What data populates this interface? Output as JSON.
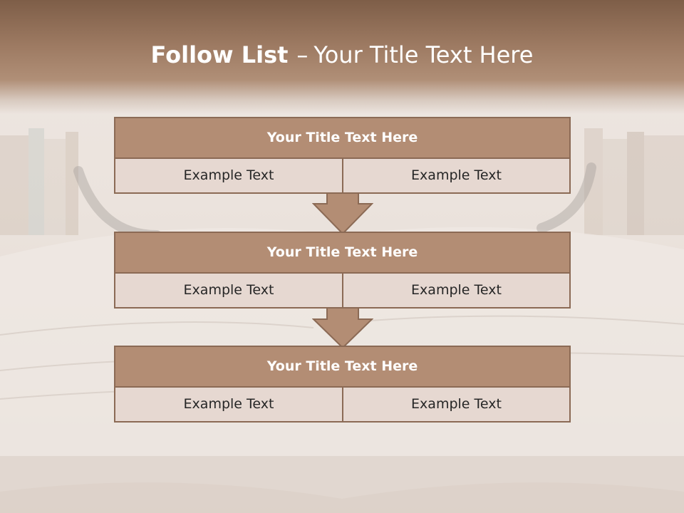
{
  "title": {
    "bold": "Follow List",
    "separator": "–",
    "rest": "Your Title Text Here"
  },
  "steps": [
    {
      "title": "Your Title Text Here",
      "left": "Example Text",
      "right": "Example Text"
    },
    {
      "title": "Your Title Text Here",
      "left": "Example Text",
      "right": "Example Text"
    },
    {
      "title": "Your Title Text Here",
      "left": "Example Text",
      "right": "Example Text"
    }
  ],
  "colors": {
    "header_band": "#9d7a62",
    "box_title_fill": "#b38d74",
    "box_cell_fill": "#e6d8d1",
    "border": "#8b6a55",
    "title_text": "#ffffff"
  }
}
